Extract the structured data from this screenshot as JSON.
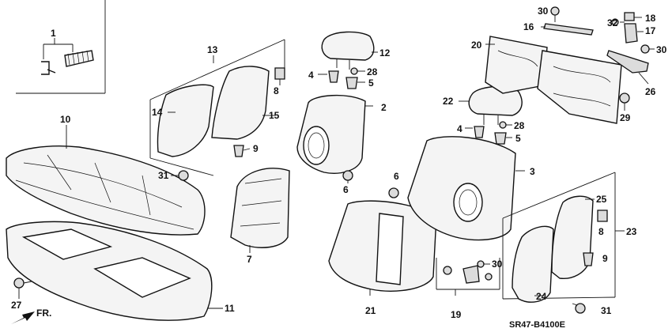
{
  "diagram_code": "SR47-B4100E",
  "front_arrow_label": "FR.",
  "callouts": [
    {
      "id": "c1",
      "label": "1"
    },
    {
      "id": "c2",
      "label": "2"
    },
    {
      "id": "c3",
      "label": "3"
    },
    {
      "id": "c4a",
      "label": "4"
    },
    {
      "id": "c4b",
      "label": "4"
    },
    {
      "id": "c5a",
      "label": "5"
    },
    {
      "id": "c5b",
      "label": "5"
    },
    {
      "id": "c6a",
      "label": "6"
    },
    {
      "id": "c6b",
      "label": "6"
    },
    {
      "id": "c7",
      "label": "7"
    },
    {
      "id": "c8a",
      "label": "8"
    },
    {
      "id": "c8b",
      "label": "8"
    },
    {
      "id": "c9a",
      "label": "9"
    },
    {
      "id": "c9b",
      "label": "9"
    },
    {
      "id": "c10",
      "label": "10"
    },
    {
      "id": "c11",
      "label": "11"
    },
    {
      "id": "c12",
      "label": "12"
    },
    {
      "id": "c13",
      "label": "13"
    },
    {
      "id": "c14",
      "label": "14"
    },
    {
      "id": "c15",
      "label": "15"
    },
    {
      "id": "c16",
      "label": "16"
    },
    {
      "id": "c17",
      "label": "17"
    },
    {
      "id": "c18",
      "label": "18"
    },
    {
      "id": "c19",
      "label": "19"
    },
    {
      "id": "c20",
      "label": "20"
    },
    {
      "id": "c21",
      "label": "21"
    },
    {
      "id": "c22",
      "label": "22"
    },
    {
      "id": "c23",
      "label": "23"
    },
    {
      "id": "c24",
      "label": "24"
    },
    {
      "id": "c25",
      "label": "25"
    },
    {
      "id": "c26",
      "label": "26"
    },
    {
      "id": "c27",
      "label": "27"
    },
    {
      "id": "c28a",
      "label": "28"
    },
    {
      "id": "c28b",
      "label": "28"
    },
    {
      "id": "c29",
      "label": "29"
    },
    {
      "id": "c30a",
      "label": "30"
    },
    {
      "id": "c30b",
      "label": "30"
    },
    {
      "id": "c30c",
      "label": "30"
    },
    {
      "id": "c31a",
      "label": "31"
    },
    {
      "id": "c31b",
      "label": "31"
    },
    {
      "id": "c32",
      "label": "32"
    }
  ]
}
